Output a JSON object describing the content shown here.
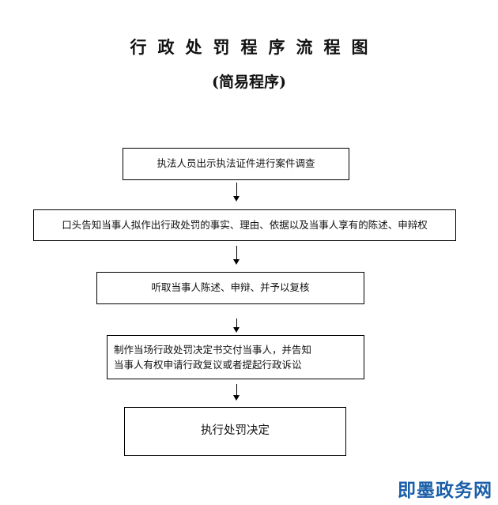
{
  "title": "行政处罚程序流程图",
  "subtitle": "(简易程序)",
  "steps": [
    {
      "label": "执法人员出示执法证件进行案件调查"
    },
    {
      "label": "口头告知当事人拟作出行政处罚的事实、理由、依据以及当事人享有的陈述、申辩权"
    },
    {
      "label": "听取当事人陈述、申辩、并予以复核"
    },
    {
      "line1": "制作当场行政处罚决定书交付当事人，并告知",
      "line2": "当事人有权申请行政复议或者提起行政诉讼"
    },
    {
      "label": "执行处罚决定"
    }
  ],
  "watermark": "即墨政务网",
  "colors": {
    "border": "#000000",
    "text": "#111111",
    "watermark": "#1a5fa8",
    "background": "#ffffff"
  }
}
